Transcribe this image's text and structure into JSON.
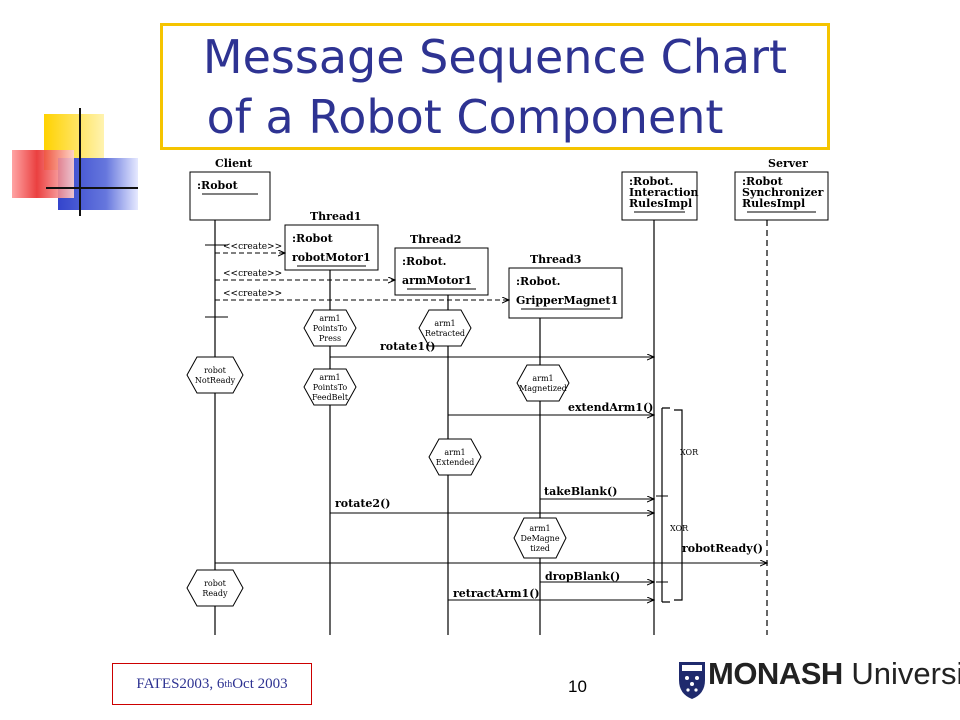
{
  "slide": {
    "title_line1": "Message Sequence Chart",
    "title_line2": "of a Robot Component",
    "footer_text": "FATES2003, 6",
    "footer_sup": "th",
    "footer_text_end": " Oct 2003",
    "page_number": "10",
    "logo_bold": "MONASH",
    "logo_regular": " University"
  },
  "colors": {
    "title": "#2e3392",
    "frame_border": "#f5c400",
    "footer_border": "#cc0000",
    "deco_yellow": "#ffd200",
    "deco_red": "#e82b2b",
    "deco_blue": "#3344cc"
  },
  "diagram": {
    "instances": [
      {
        "id": "client",
        "header": "Client",
        "lines": [
          ":Robot"
        ]
      },
      {
        "id": "thread1",
        "header": "Thread1",
        "lines": [
          ":Robot",
          "robotMotor1"
        ]
      },
      {
        "id": "thread2",
        "header": "Thread2",
        "lines": [
          ":Robot.",
          "armMotor1"
        ]
      },
      {
        "id": "thread3",
        "header": "Thread3",
        "lines": [
          ":Robot.",
          "GripperMagnet1"
        ]
      },
      {
        "id": "rules",
        "header": "",
        "lines": [
          ":Robot.",
          "Interaction",
          "RulesImpl"
        ]
      },
      {
        "id": "server",
        "header": "Server",
        "lines": [
          ":Robot",
          "Synchronizer",
          "RulesImpl"
        ]
      }
    ],
    "create_messages": [
      "<<create>>",
      "<<create>>",
      "<<create>>"
    ],
    "conditions": [
      {
        "id": "c1",
        "lines": [
          "arm1",
          "PointsTo",
          "Press"
        ]
      },
      {
        "id": "c2",
        "lines": [
          "arm1",
          "Retracted"
        ]
      },
      {
        "id": "c3",
        "lines": [
          "robot",
          "NotReady"
        ]
      },
      {
        "id": "c4",
        "lines": [
          "arm1",
          "PointsTo",
          "FeedBelt"
        ]
      },
      {
        "id": "c5",
        "lines": [
          "arm1",
          "Magnetized"
        ]
      },
      {
        "id": "c6",
        "lines": [
          "arm1",
          "Extended"
        ]
      },
      {
        "id": "c7",
        "lines": [
          "arm1",
          "DeMagne",
          "tized"
        ]
      },
      {
        "id": "c8",
        "lines": [
          "robot",
          "Ready"
        ]
      }
    ],
    "messages": [
      {
        "id": "rotate1",
        "label": "rotate1()"
      },
      {
        "id": "extendArm1",
        "label": "extendArm1()"
      },
      {
        "id": "takeBlank",
        "label": "takeBlank()"
      },
      {
        "id": "rotate2",
        "label": "rotate2()"
      },
      {
        "id": "robotReady",
        "label": "robotReady()"
      },
      {
        "id": "dropBlank",
        "label": "dropBlank()"
      },
      {
        "id": "retractArm1",
        "label": "retractArm1()"
      }
    ],
    "operators": [
      "XOR",
      "XOR"
    ]
  }
}
